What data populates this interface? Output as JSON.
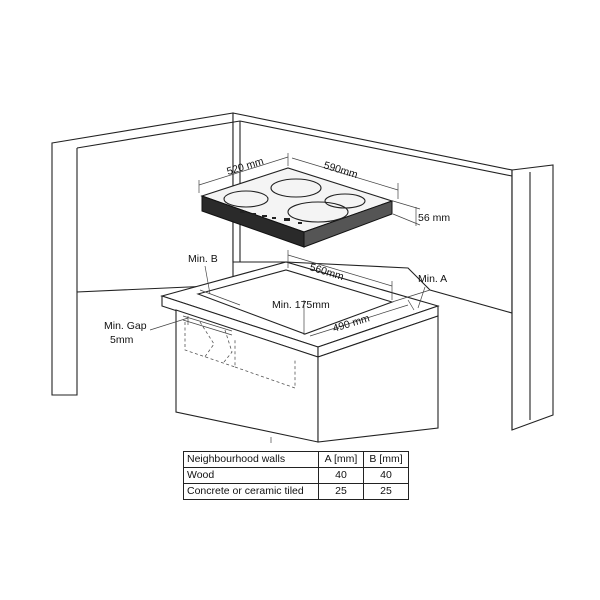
{
  "dimensions": {
    "hob_width": "590mm",
    "hob_depth": "520 mm",
    "hob_height": "56 mm",
    "cutout_width": "560mm",
    "cutout_depth": "490 mm",
    "min_front": "Min. 175mm",
    "min_a": "Min. A",
    "min_b": "Min. B",
    "min_gap_line1": "Min. Gap",
    "min_gap_line2": "5mm"
  },
  "table": {
    "headers": [
      "Neighbourhood walls",
      "A [mm]",
      "B [mm]"
    ],
    "rows": [
      [
        "Wood",
        "40",
        "40"
      ],
      [
        "Concrete or ceramic tiled",
        "25",
        "25"
      ]
    ]
  }
}
